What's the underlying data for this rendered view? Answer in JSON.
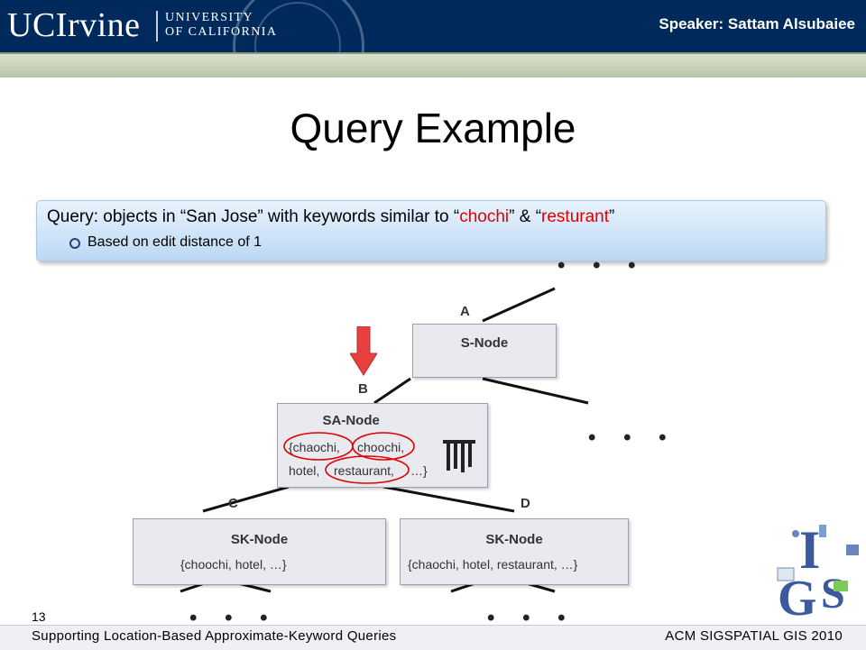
{
  "header": {
    "logo_uc": "UCIrvine",
    "logo_university_line1": "UNIVERSITY",
    "logo_university_line2": "OF CALIFORNIA",
    "speaker": "Speaker: Sattam Alsubaiee"
  },
  "slide": {
    "title": "Query Example",
    "query_prefix": "Query: objects in “San Jose” with keywords similar to “",
    "query_kw1": "chochi",
    "query_mid": "” & “",
    "query_kw2": "resturant",
    "query_suffix": "”",
    "bullet_text": "Based on edit distance of 1",
    "page_number": "13"
  },
  "tree": {
    "label_a": "A",
    "label_b": "B",
    "label_c": "C",
    "label_d": "D",
    "s_node": "S-Node",
    "sa_node": "SA-Node",
    "sa_kw1": "{chaochi,",
    "sa_kw2": "choochi,",
    "sa_kw3": "hotel,",
    "sa_kw4": "restaurant,",
    "sa_kw5": "…}",
    "sk_left_title": "SK-Node",
    "sk_left_text": "{choochi, hotel, …}",
    "sk_right_title": "SK-Node",
    "sk_right_text": "{chaochi, hotel, restaurant, …}",
    "dots": "• • •"
  },
  "footer": {
    "left": "Supporting Location-Based Approximate-Keyword Queries",
    "right": "ACM SIGSPATIAL GIS 2010"
  },
  "colors": {
    "header_bg": "#002a5c",
    "highlight_red": "#e00000",
    "arrow_fill": "#e84040"
  },
  "icons": {
    "arrow": "down-arrow-icon",
    "bars": "column-index-icon",
    "logo": "igs-logo-icon"
  }
}
